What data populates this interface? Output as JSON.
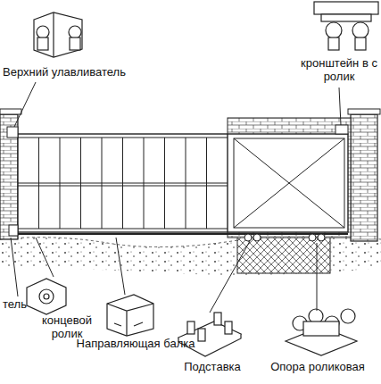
{
  "diagram": {
    "labels": [
      "Верхний улавливатель",
      "кронштейн в с ролик",
      "тель",
      "концевой ролик",
      "Направляющая балка",
      "Подставка",
      "Опора роликовая"
    ]
  }
}
